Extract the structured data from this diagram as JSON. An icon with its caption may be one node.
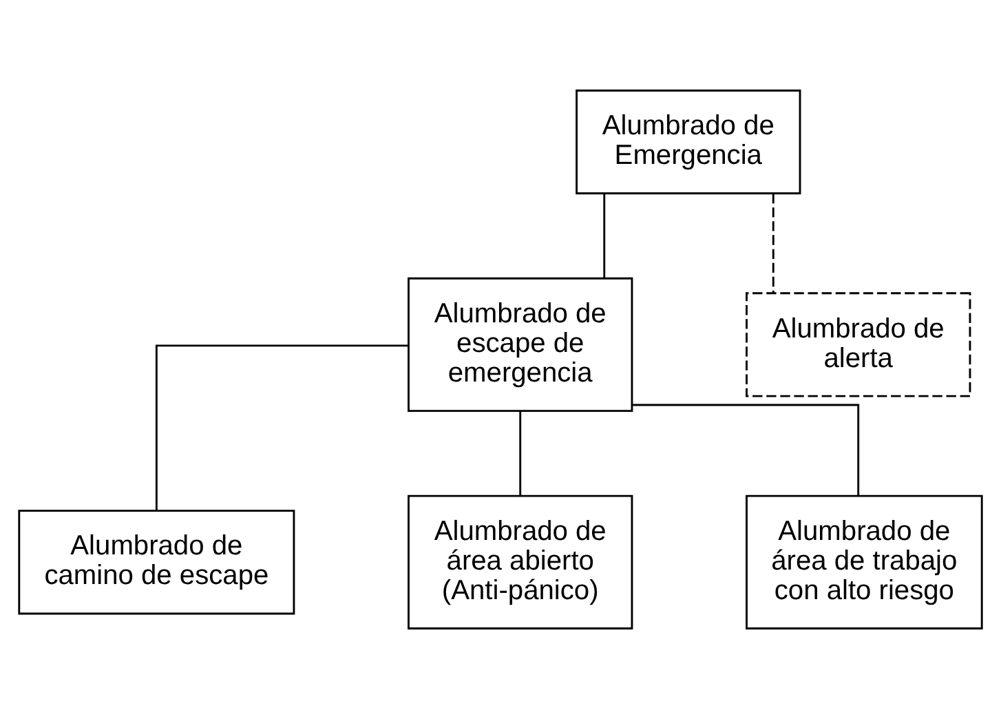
{
  "diagram": {
    "nodes": [
      {
        "text": [
          "Alumbrado de Emergencia"
        ]
      },
      {
        "text": [
          "Alumbrado de escape de emergencia"
        ]
      },
      {
        "text": [
          "Alumbrado de alerta"
        ]
      },
      {
        "text": [
          "Alumbrado de camino de escape"
        ]
      },
      {
        "text": [
          "Alumbrado de área abierto (Anti-pánico)"
        ]
      },
      {
        "text": [
          "Alumbrado de área de trabajo con alto riesgo"
        ]
      }
    ],
    "edges": [
      {
        "from": 0,
        "to": 1,
        "arrow": "none"
      },
      {
        "from": 0,
        "to": 2,
        "arrow": "none",
        "style": "dashed"
      },
      {
        "from": 1,
        "to": 3,
        "arrow": "none"
      },
      {
        "from": 1,
        "to": 4,
        "arrow": "none"
      },
      {
        "from": 1,
        "to": 5,
        "arrow": "none"
      }
    ]
  }
}
